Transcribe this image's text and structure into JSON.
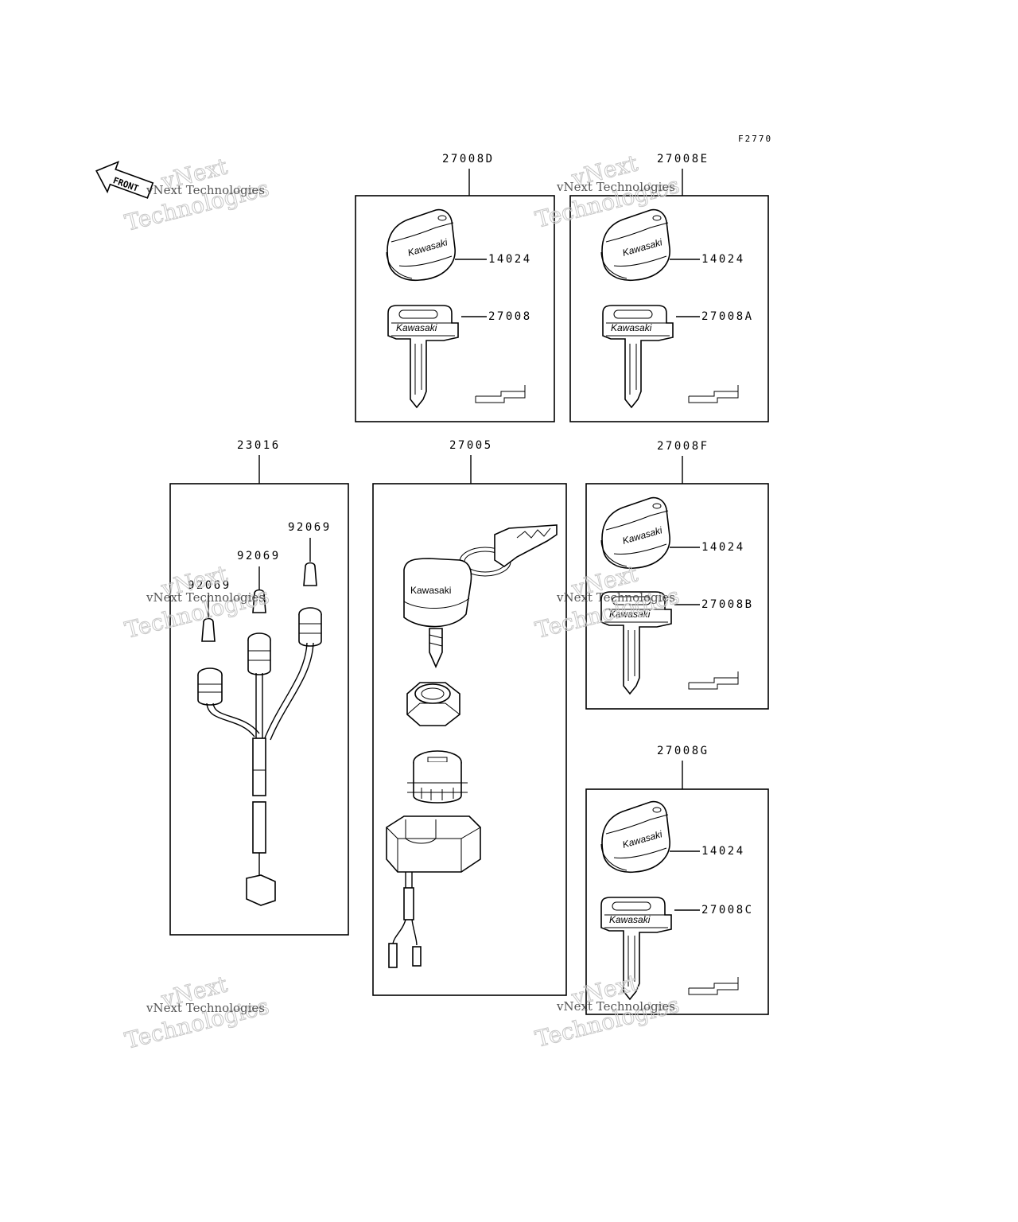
{
  "figure_code": "F2770",
  "front_label": "FRONT",
  "brand_text": "Kawasaki",
  "watermark": {
    "line1": "vNext Technologies",
    "line2": "vNext",
    "line3": "Technologies"
  },
  "groups": [
    {
      "id": "27008D",
      "callouts": [
        "14024",
        "27008"
      ]
    },
    {
      "id": "27008E",
      "callouts": [
        "14024",
        "27008A"
      ]
    },
    {
      "id": "23016",
      "callouts": [
        "92069",
        "92069",
        "92069"
      ]
    },
    {
      "id": "27005",
      "callouts": []
    },
    {
      "id": "27008F",
      "callouts": [
        "14024",
        "27008B"
      ]
    },
    {
      "id": "27008G",
      "callouts": [
        "14024",
        "27008C"
      ]
    }
  ]
}
